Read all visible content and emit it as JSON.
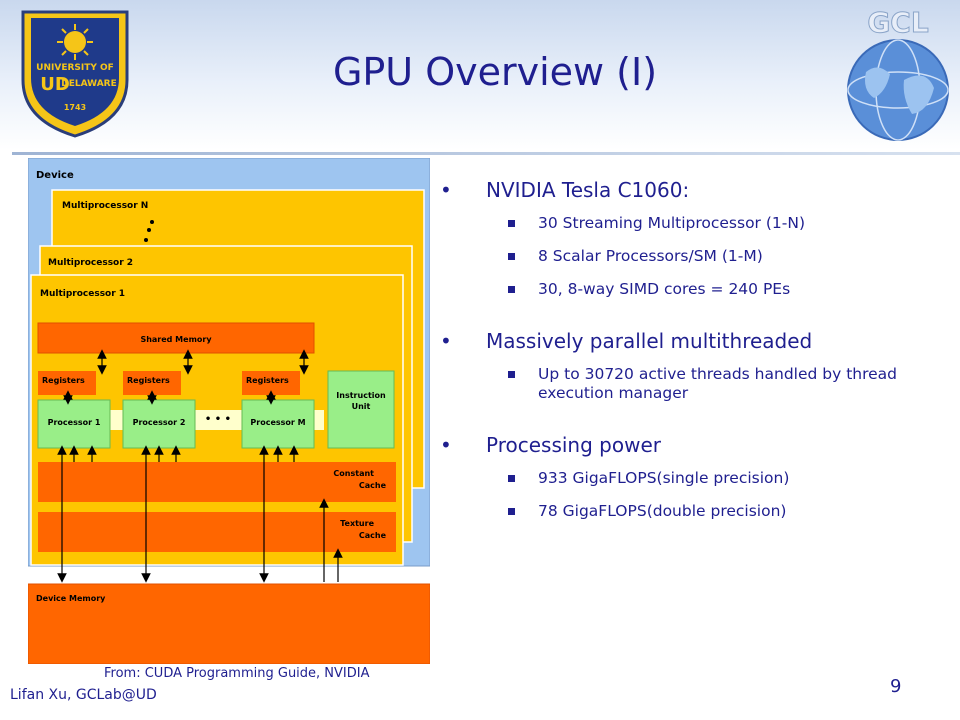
{
  "slide": {
    "title": "GPU Overview (I)",
    "caption": "From: CUDA Programming Guide, NVIDIA",
    "author": "Lifan Xu, GCLab@UD",
    "page_number": "9"
  },
  "logos": {
    "left": {
      "text_top": "UNIVERSITY OF",
      "text_mid": "DELAWARE",
      "mono": "UD",
      "year": "1743"
    },
    "right": {
      "text": "GCL"
    }
  },
  "diagram": {
    "device": "Device",
    "mp_n": "Multiprocessor N",
    "mp_2": "Multiprocessor 2",
    "mp_1": "Multiprocessor 1",
    "shared_memory": "Shared Memory",
    "registers": "Registers",
    "processor_1": "Processor 1",
    "processor_2": "Processor 2",
    "processor_m": "Processor M",
    "ellipsis": "• • •",
    "instruction_unit_1": "Instruction",
    "instruction_unit_2": "Unit",
    "constant_cache_1": "Constant",
    "constant_cache_2": "Cache",
    "texture_cache_1": "Texture",
    "texture_cache_2": "Cache",
    "device_memory": "Device Memory",
    "colors": {
      "device_bg": "#9ec5f0",
      "mp": "#fec500",
      "orange": "#ff6600",
      "green": "#99ee88",
      "light": "#ffffcc"
    }
  },
  "bullets": [
    {
      "text": "NVIDIA Tesla C1060:",
      "sub": [
        "30 Streaming Multiprocessor (1-N)",
        "8 Scalar Processors/SM (1-M)",
        "30, 8-way SIMD cores = 240 PEs"
      ]
    },
    {
      "text": "Massively parallel multithreaded",
      "sub": [
        "Up to 30720 active threads handled by thread execution manager"
      ]
    },
    {
      "text": "Processing power",
      "sub": [
        "933 GigaFLOPS(single precision)",
        "78 GigaFLOPS(double precision)"
      ]
    }
  ]
}
